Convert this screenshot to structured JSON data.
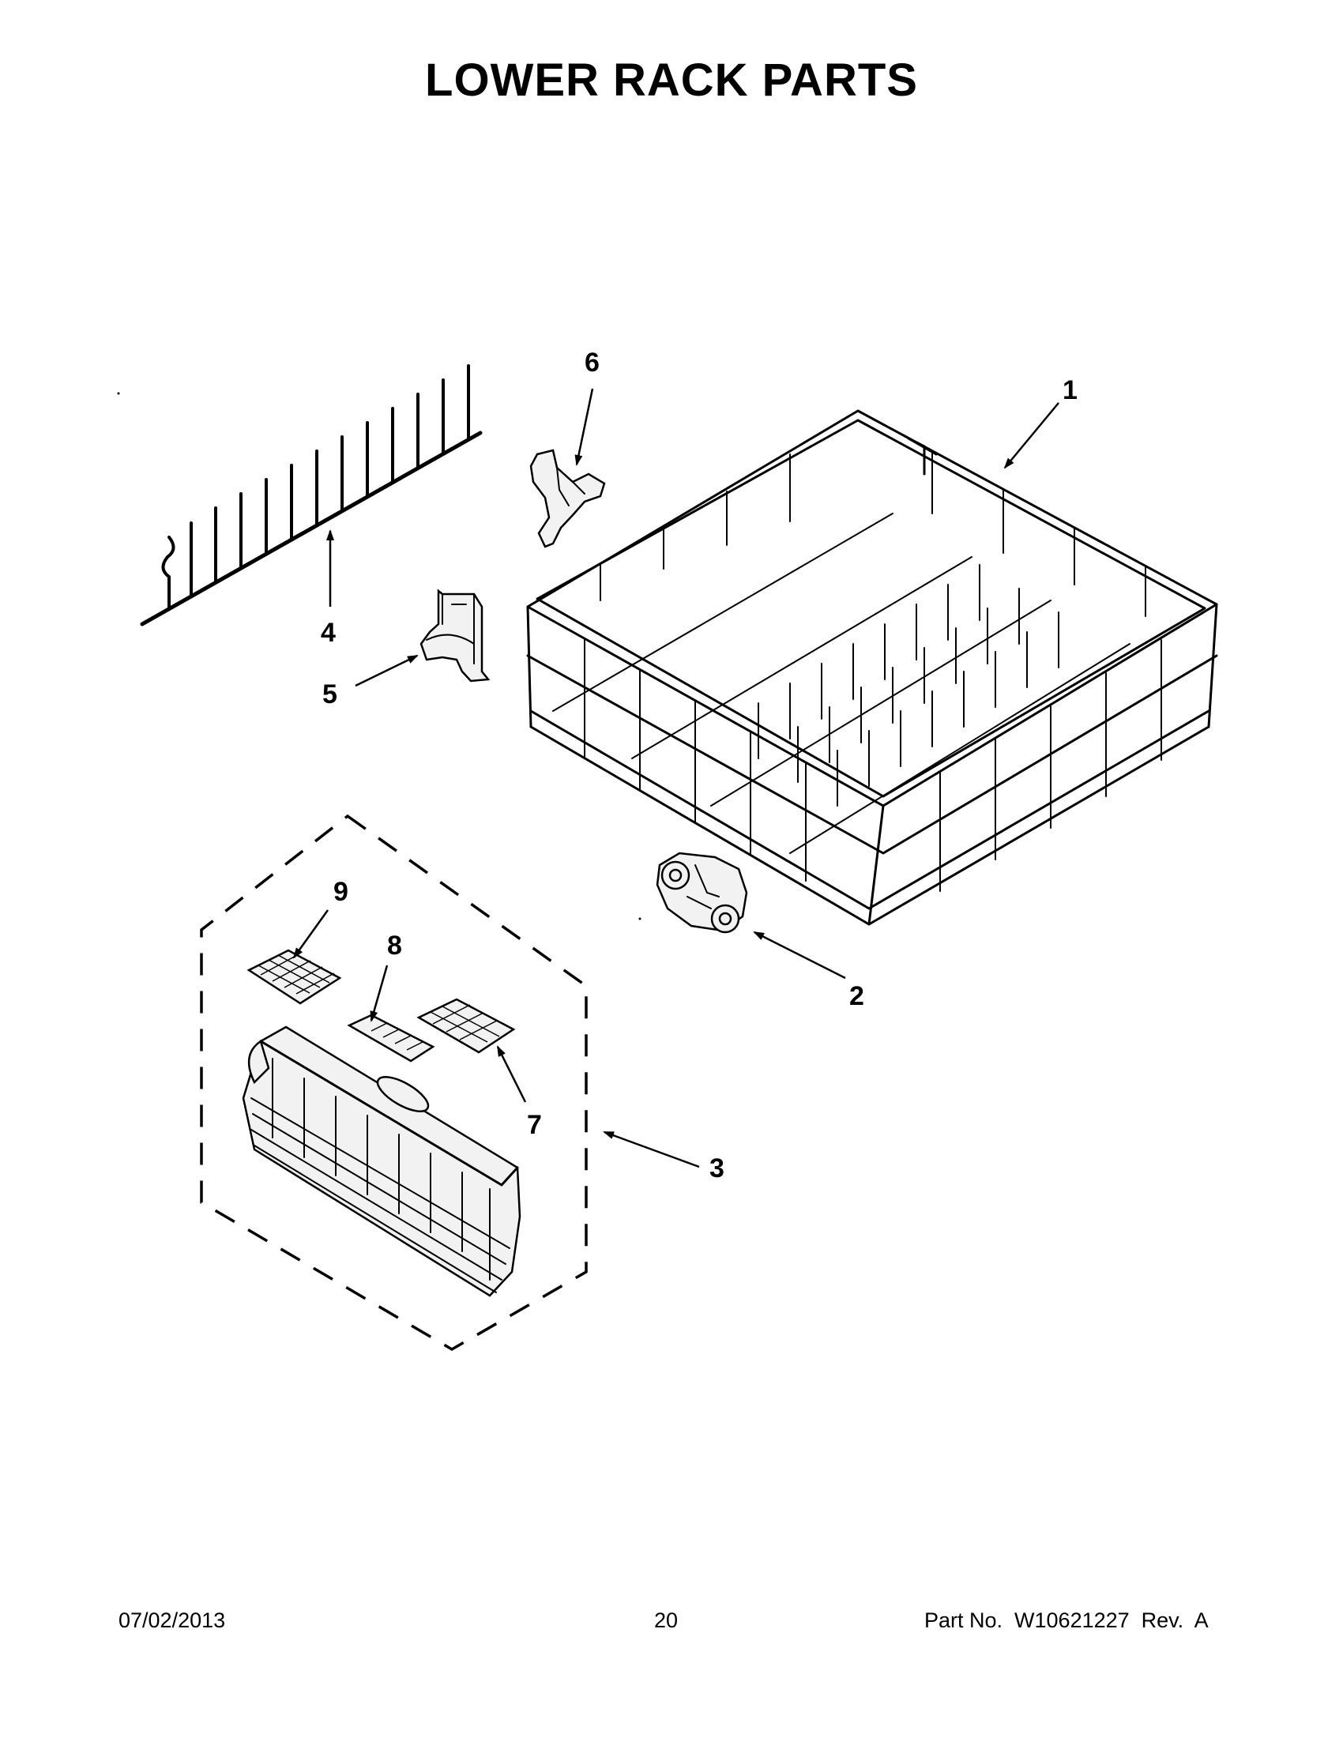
{
  "title": "LOWER RACK PARTS",
  "callouts": {
    "c1": "1",
    "c2": "2",
    "c3": "3",
    "c4": "4",
    "c5": "5",
    "c6": "6",
    "c7": "7",
    "c8": "8",
    "c9": "9"
  },
  "footer": {
    "date": "07/02/2013",
    "page": "20",
    "part": "Part No.  W10621227  Rev.  A"
  }
}
